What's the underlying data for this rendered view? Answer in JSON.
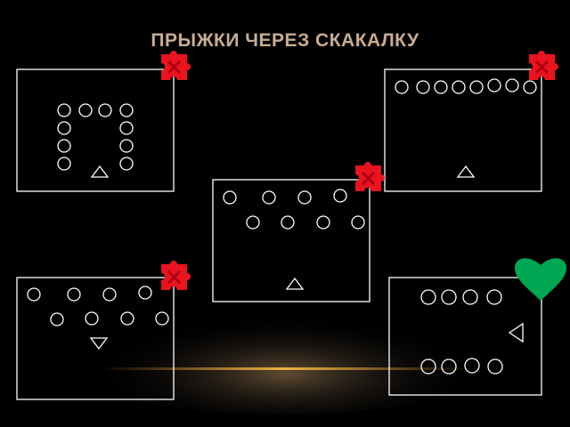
{
  "slide": {
    "title": "ПРЫЖКИ ЧЕРЕЗ СКАКАЛКУ"
  },
  "colors": {
    "background": "#000000",
    "title": "#c8ac93",
    "lines": "#ffffff",
    "close_marker": "#e8141f",
    "heart": "#00a651",
    "glow": "#c88a2a"
  },
  "icons": {
    "close_marker": "red-puzzle-close-icon",
    "correct_marker": "green-heart-icon",
    "player": "circle",
    "leader": "triangle"
  },
  "formations": [
    {
      "id": "formation-1",
      "marker": "close",
      "players": 10,
      "leader_direction": "up"
    },
    {
      "id": "formation-2",
      "marker": "close",
      "players": 8,
      "leader_direction": "up"
    },
    {
      "id": "formation-3",
      "marker": "close",
      "players": 8,
      "leader_direction": "up"
    },
    {
      "id": "formation-4",
      "marker": "close",
      "players": 8,
      "leader_direction": "down"
    },
    {
      "id": "formation-5",
      "marker": "heart",
      "players": 8,
      "leader_direction": "left"
    }
  ]
}
